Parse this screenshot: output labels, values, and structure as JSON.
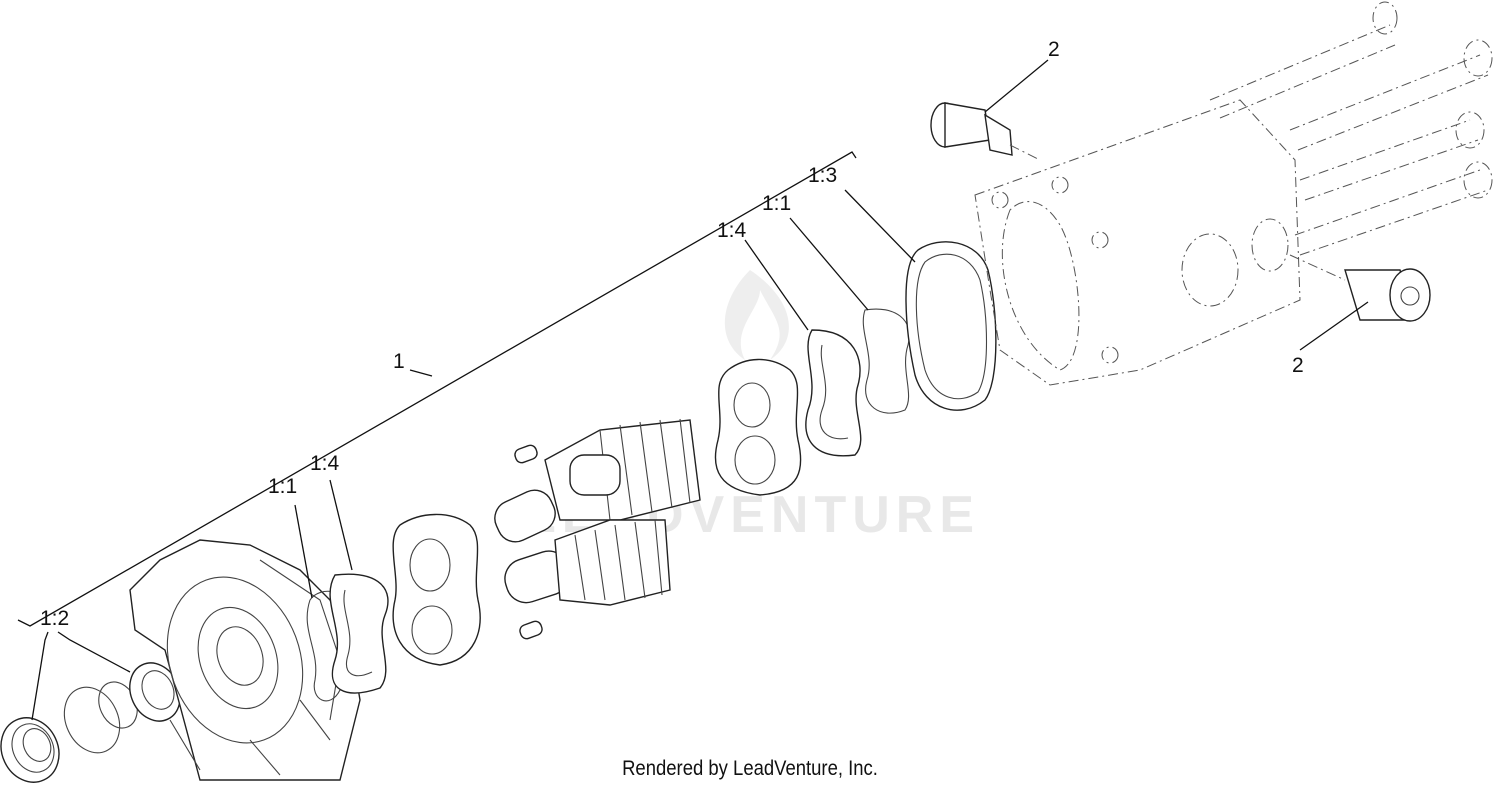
{
  "diagram": {
    "watermark": "LEADVENTURE",
    "credit": "Rendered by LeadVenture, Inc.",
    "callouts": {
      "c1": "1",
      "c1_1_left": "1:1",
      "c1_4_left": "1:4",
      "c1_2": "1:2",
      "c1_4_right": "1:4",
      "c1_1_right": "1:1",
      "c1_3": "1:3",
      "c2_top": "2",
      "c2_right": "2"
    }
  }
}
